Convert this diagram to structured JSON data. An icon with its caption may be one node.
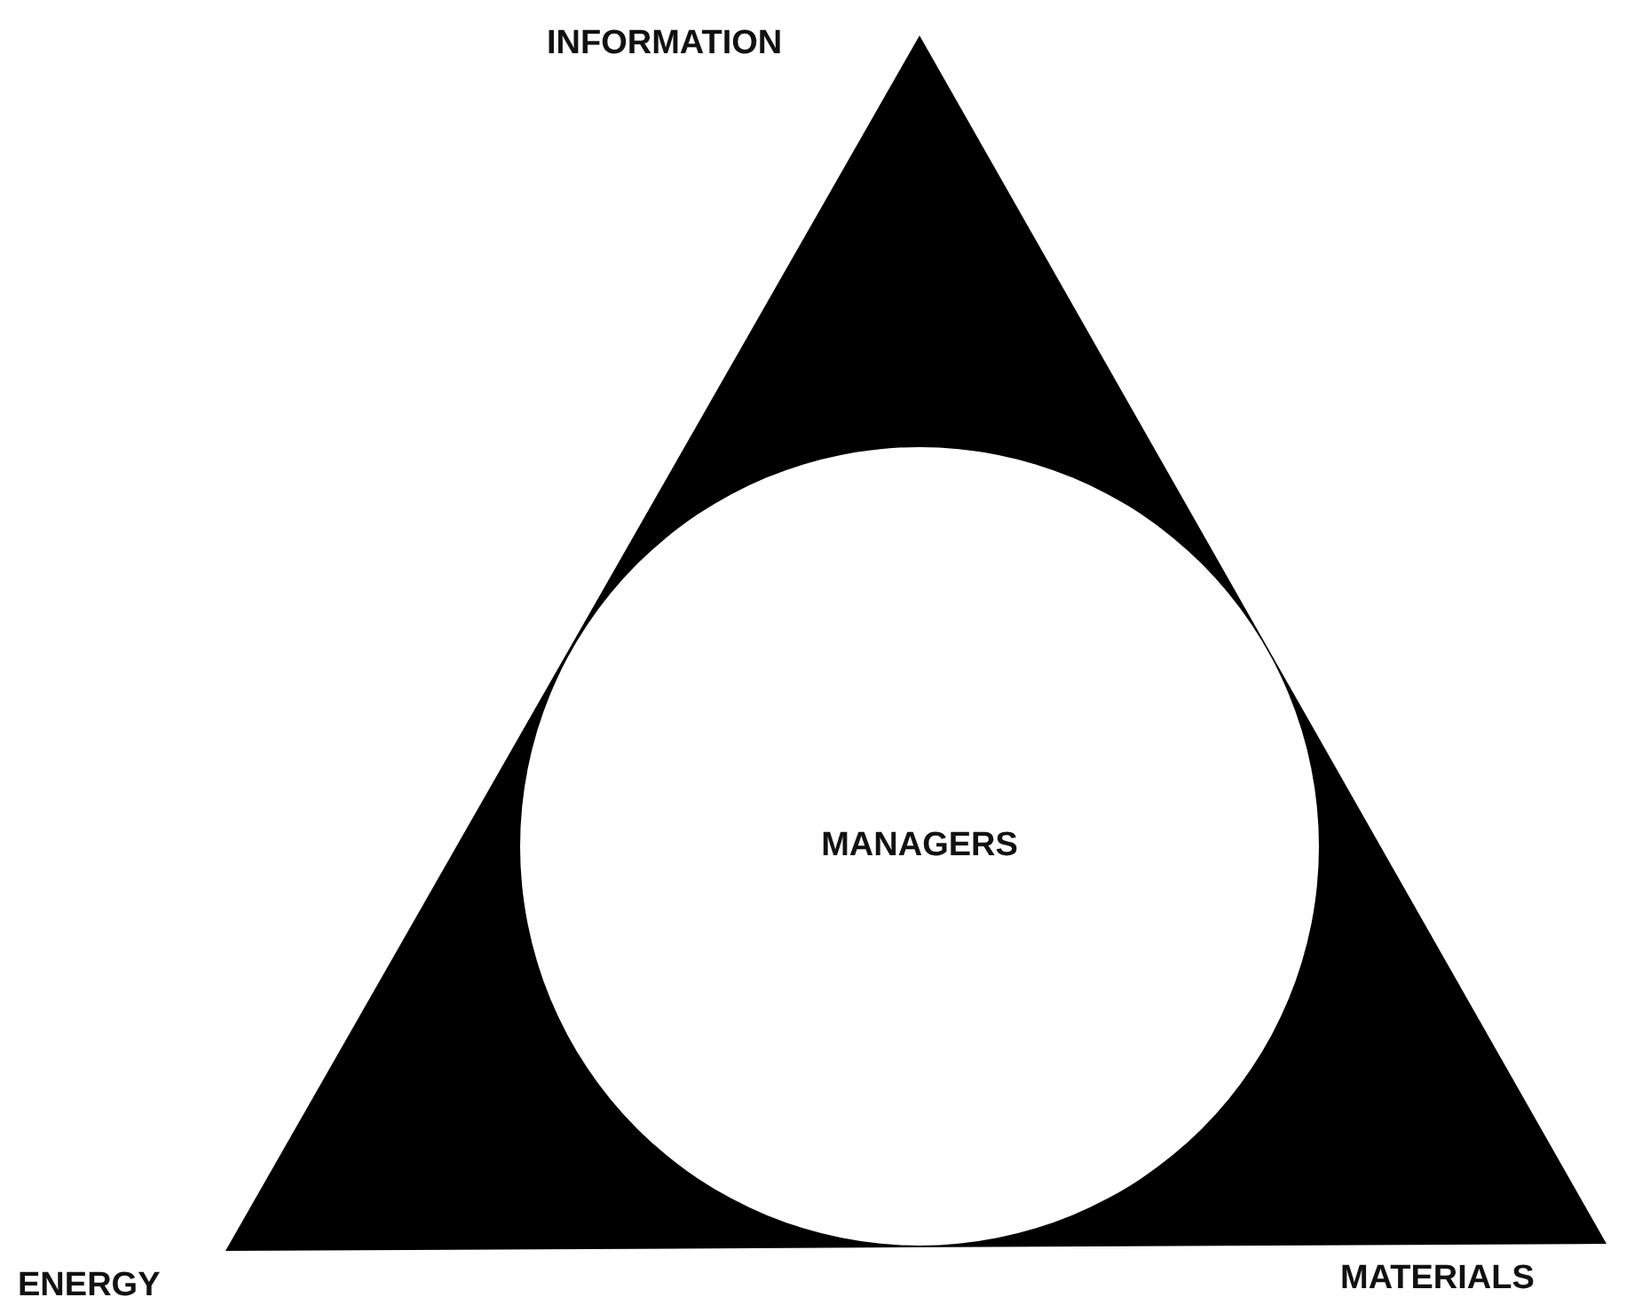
{
  "diagram": {
    "nodes": [
      {
        "text": [],
        "shape": "triangle"
      },
      {
        "text": [
          "MANAGERS"
        ],
        "in": 0
      }
    ],
    "labels": [
      "INFORMATION",
      "ENERGY",
      "MATERIALS"
    ]
  }
}
